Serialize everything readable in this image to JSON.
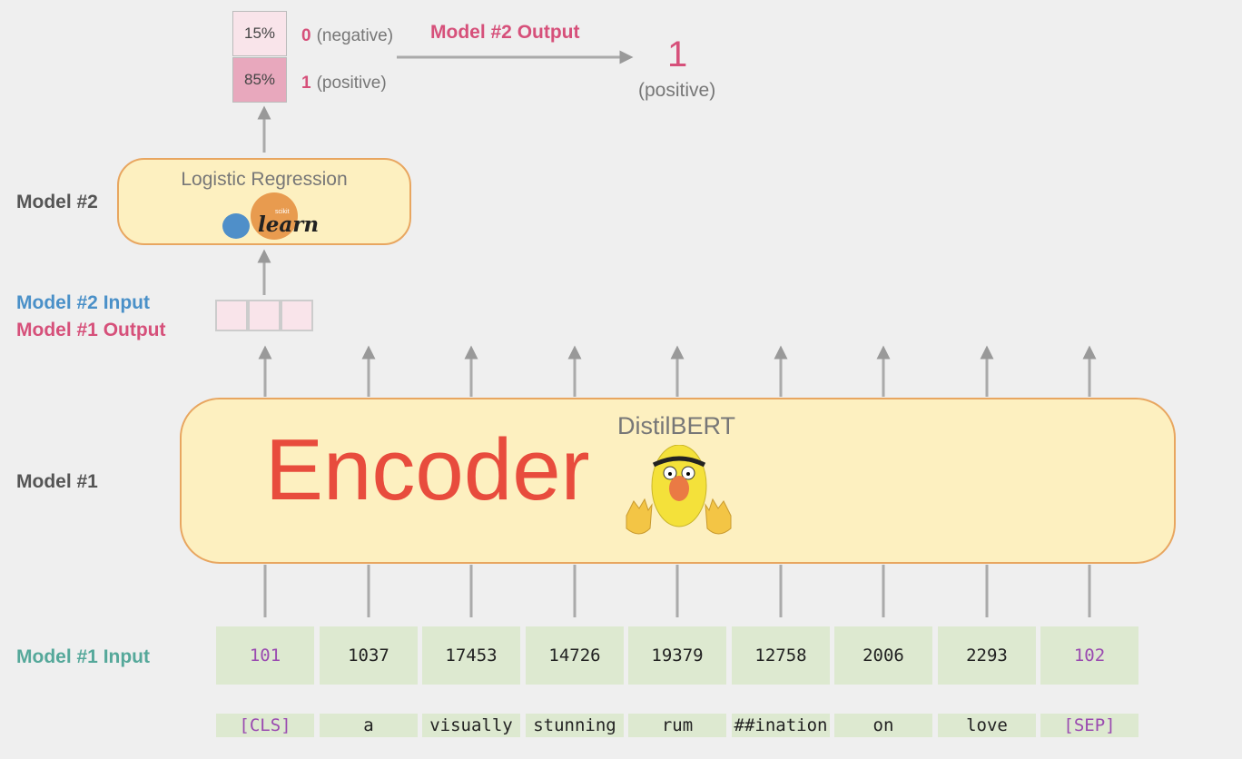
{
  "labels": {
    "model2": "Model #2",
    "model2_input": "Model #2 Input",
    "model1_output": "Model #1 Output",
    "model1": "Model #1",
    "model1_input": "Model #1 Input",
    "model2_output": "Model #2 Output"
  },
  "probabilities": [
    {
      "percent": "15%",
      "class_num": "0",
      "class_name": "(negative)"
    },
    {
      "percent": "85%",
      "class_num": "1",
      "class_name": "(positive)"
    }
  ],
  "logistic_regression": {
    "title": "Logistic Regression",
    "logo_text": "learn",
    "logo_small": "scikit"
  },
  "encoder": {
    "subtitle": "DistilBERT",
    "title": "Encoder"
  },
  "output": {
    "value": "1",
    "label": "(positive)"
  },
  "token_ids": [
    "101",
    "1037",
    "17453",
    "14726",
    "19379",
    "12758",
    "2006",
    "2293",
    "102"
  ],
  "tokens": [
    "[CLS]",
    "a",
    "visually",
    "stunning",
    "rum",
    "##ination",
    "on",
    "love",
    "[SEP]"
  ],
  "colors": {
    "encoder_text": "#e84c3d",
    "box_fill": "#fdf0c0",
    "box_border": "#e8a660",
    "token_fill": "#dde9d0"
  }
}
